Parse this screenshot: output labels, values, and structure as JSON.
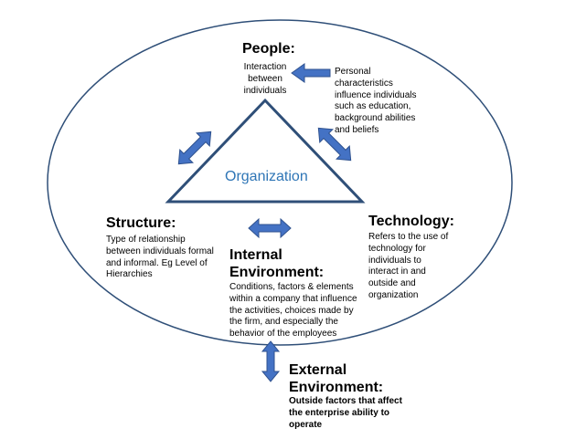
{
  "colors": {
    "outline": "#2f4f78",
    "arrow": "#4472c4",
    "arrow_edge": "#2f528f",
    "organization_text": "#2e75b6",
    "background": "#ffffff"
  },
  "center_label": "Organization",
  "people": {
    "title": "People:",
    "description_lines": [
      "Interaction",
      "between",
      "individuals"
    ],
    "note_lines": [
      "Personal",
      "characteristics",
      "influence individuals",
      "such as education,",
      "background abilities",
      "and beliefs"
    ]
  },
  "structure": {
    "title": "Structure:",
    "description_lines": [
      "Type of relationship",
      "between individuals  formal",
      "and informal.  Eg Level of",
      "Hierarchies"
    ]
  },
  "technology": {
    "title": "Technology:",
    "description_lines": [
      "Refers to the use of",
      "technology  for",
      "individuals to",
      "interact in and",
      "outside and",
      "organization"
    ]
  },
  "internal_environment": {
    "title_lines": [
      "Internal",
      "Environment:"
    ],
    "description_lines": [
      "Conditions, factors & elements",
      "within a company that influence",
      "the activities, choices made by",
      "the firm, and especially the",
      "behavior of the employees"
    ]
  },
  "external_environment": {
    "title_lines": [
      "External",
      "Environment:"
    ],
    "description_lines": [
      "Outside factors that affect",
      "the enterprise ability to",
      "operate"
    ]
  },
  "arrows": [
    {
      "name": "people-note-arrow",
      "type": "single",
      "direction": "left"
    },
    {
      "name": "structure-people-arrow",
      "type": "double",
      "direction": "diagonal"
    },
    {
      "name": "people-technology-arrow",
      "type": "double",
      "direction": "diagonal"
    },
    {
      "name": "structure-technology-arrow",
      "type": "double",
      "direction": "horizontal"
    },
    {
      "name": "internal-external-arrow",
      "type": "double",
      "direction": "vertical"
    }
  ]
}
